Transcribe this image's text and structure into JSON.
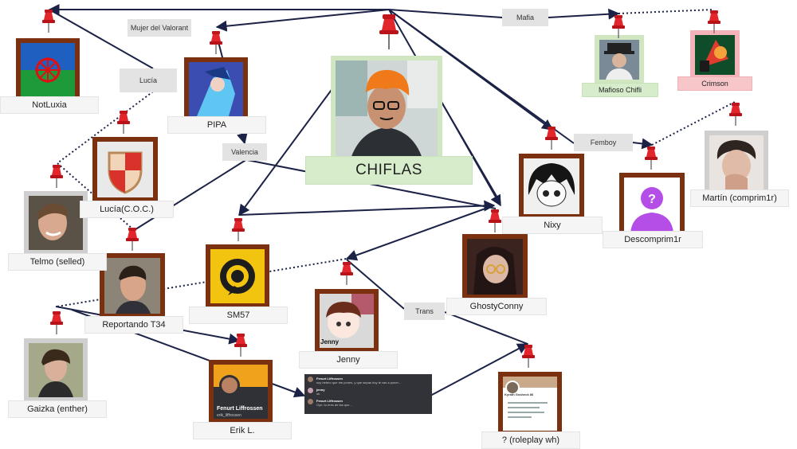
{
  "nodes": {
    "chiflas": "CHIFLAS",
    "notluxia": "NotLuxia",
    "pipa": "PIPA",
    "lucia_coc": "Lucía(C.O.C.)",
    "telmo": "Telmo (selled)",
    "reportando": "Reportando T34",
    "sm57": "SM57",
    "jenny": "Jenny",
    "gaizka": "Gaizka (enther)",
    "erik": "Erik L.",
    "ghostyconny": "GhostyConny",
    "nixy": "Nixy",
    "descomprim1r": "Descomprim1r",
    "martin": "Martín (comprim1r)",
    "mafioso": "Mafioso Chifli",
    "crimson": "Crimson",
    "roleplay": "? (roleplay wh)"
  },
  "tags": {
    "mujer": "Mujer del Valorant",
    "lucia": "Lucía",
    "valencia": "Valencia",
    "mafia": "Mafia",
    "femboy": "Femboy",
    "trans": "Trans"
  },
  "card_text": {
    "jenny_badge": "Jenny",
    "erik_name": "Fenurt Liffrossen",
    "erik_handle": "erik_liffrossen",
    "rp_name": "Kyrath Gosheck 86"
  },
  "chat": [
    {
      "name": "Fenurt Liffrossen",
      "text": "soy hetero que me pones, y que sepas hoy te vas a poner..."
    },
    {
      "name": "jenny",
      "text": "ok"
    },
    {
      "name": "Fenurt Liffrossen",
      "text": "Oye, tu eres de las que..."
    }
  ],
  "colors": {
    "frame_brown": "#7b3110",
    "line_navy": "#1b2246",
    "pin_red": "#d9252b",
    "plate_green": "#d6eccb",
    "plate_pink": "#f7c6c9",
    "chat_bg": "#313338"
  }
}
